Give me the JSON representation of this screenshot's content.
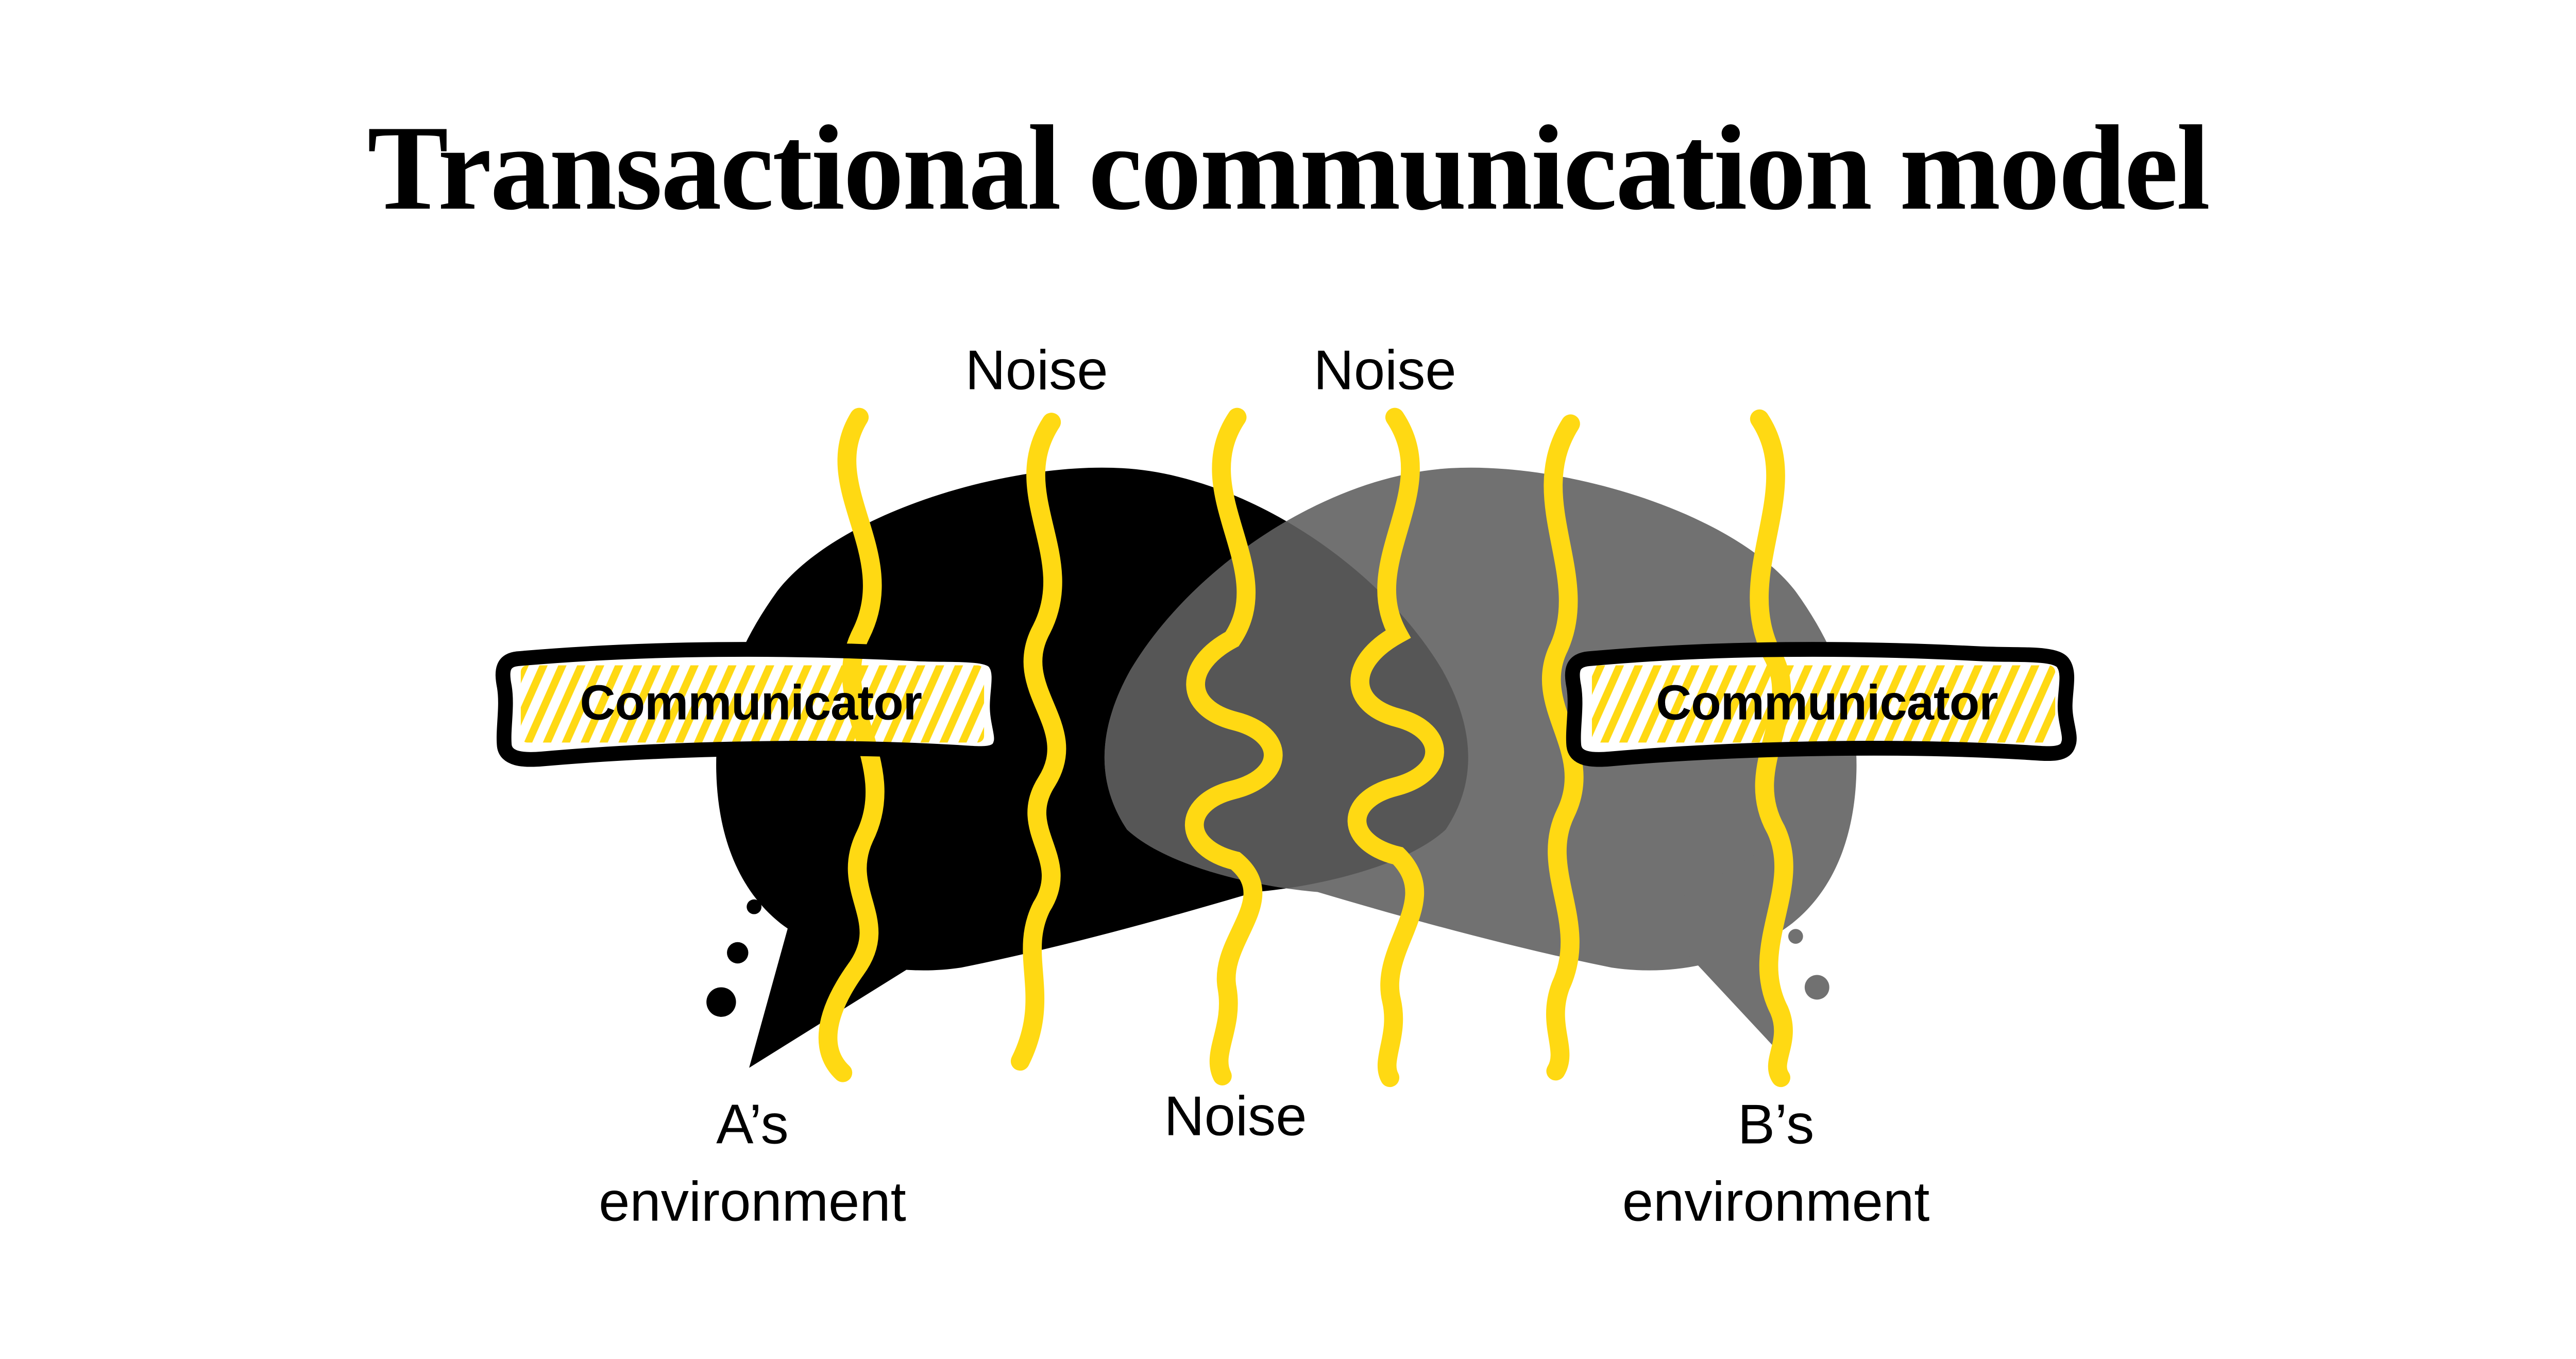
{
  "title": {
    "text": "Transactional communication model"
  },
  "noise_labels": {
    "top_left": "Noise",
    "top_right": "Noise",
    "bottom": "Noise"
  },
  "bubbles": {
    "a": {
      "label": "Communicator",
      "environment": {
        "line1": "A’s",
        "line2": "environment"
      }
    },
    "b": {
      "label": "Communicator",
      "environment": {
        "line1": "B’s",
        "line2": "environment"
      }
    }
  },
  "colors": {
    "yellow": "#FFD913",
    "bubble_a": "#000000",
    "bubble_b": "#717171",
    "overlap": "#565656",
    "background": "#ffffff",
    "text": "#000000"
  }
}
